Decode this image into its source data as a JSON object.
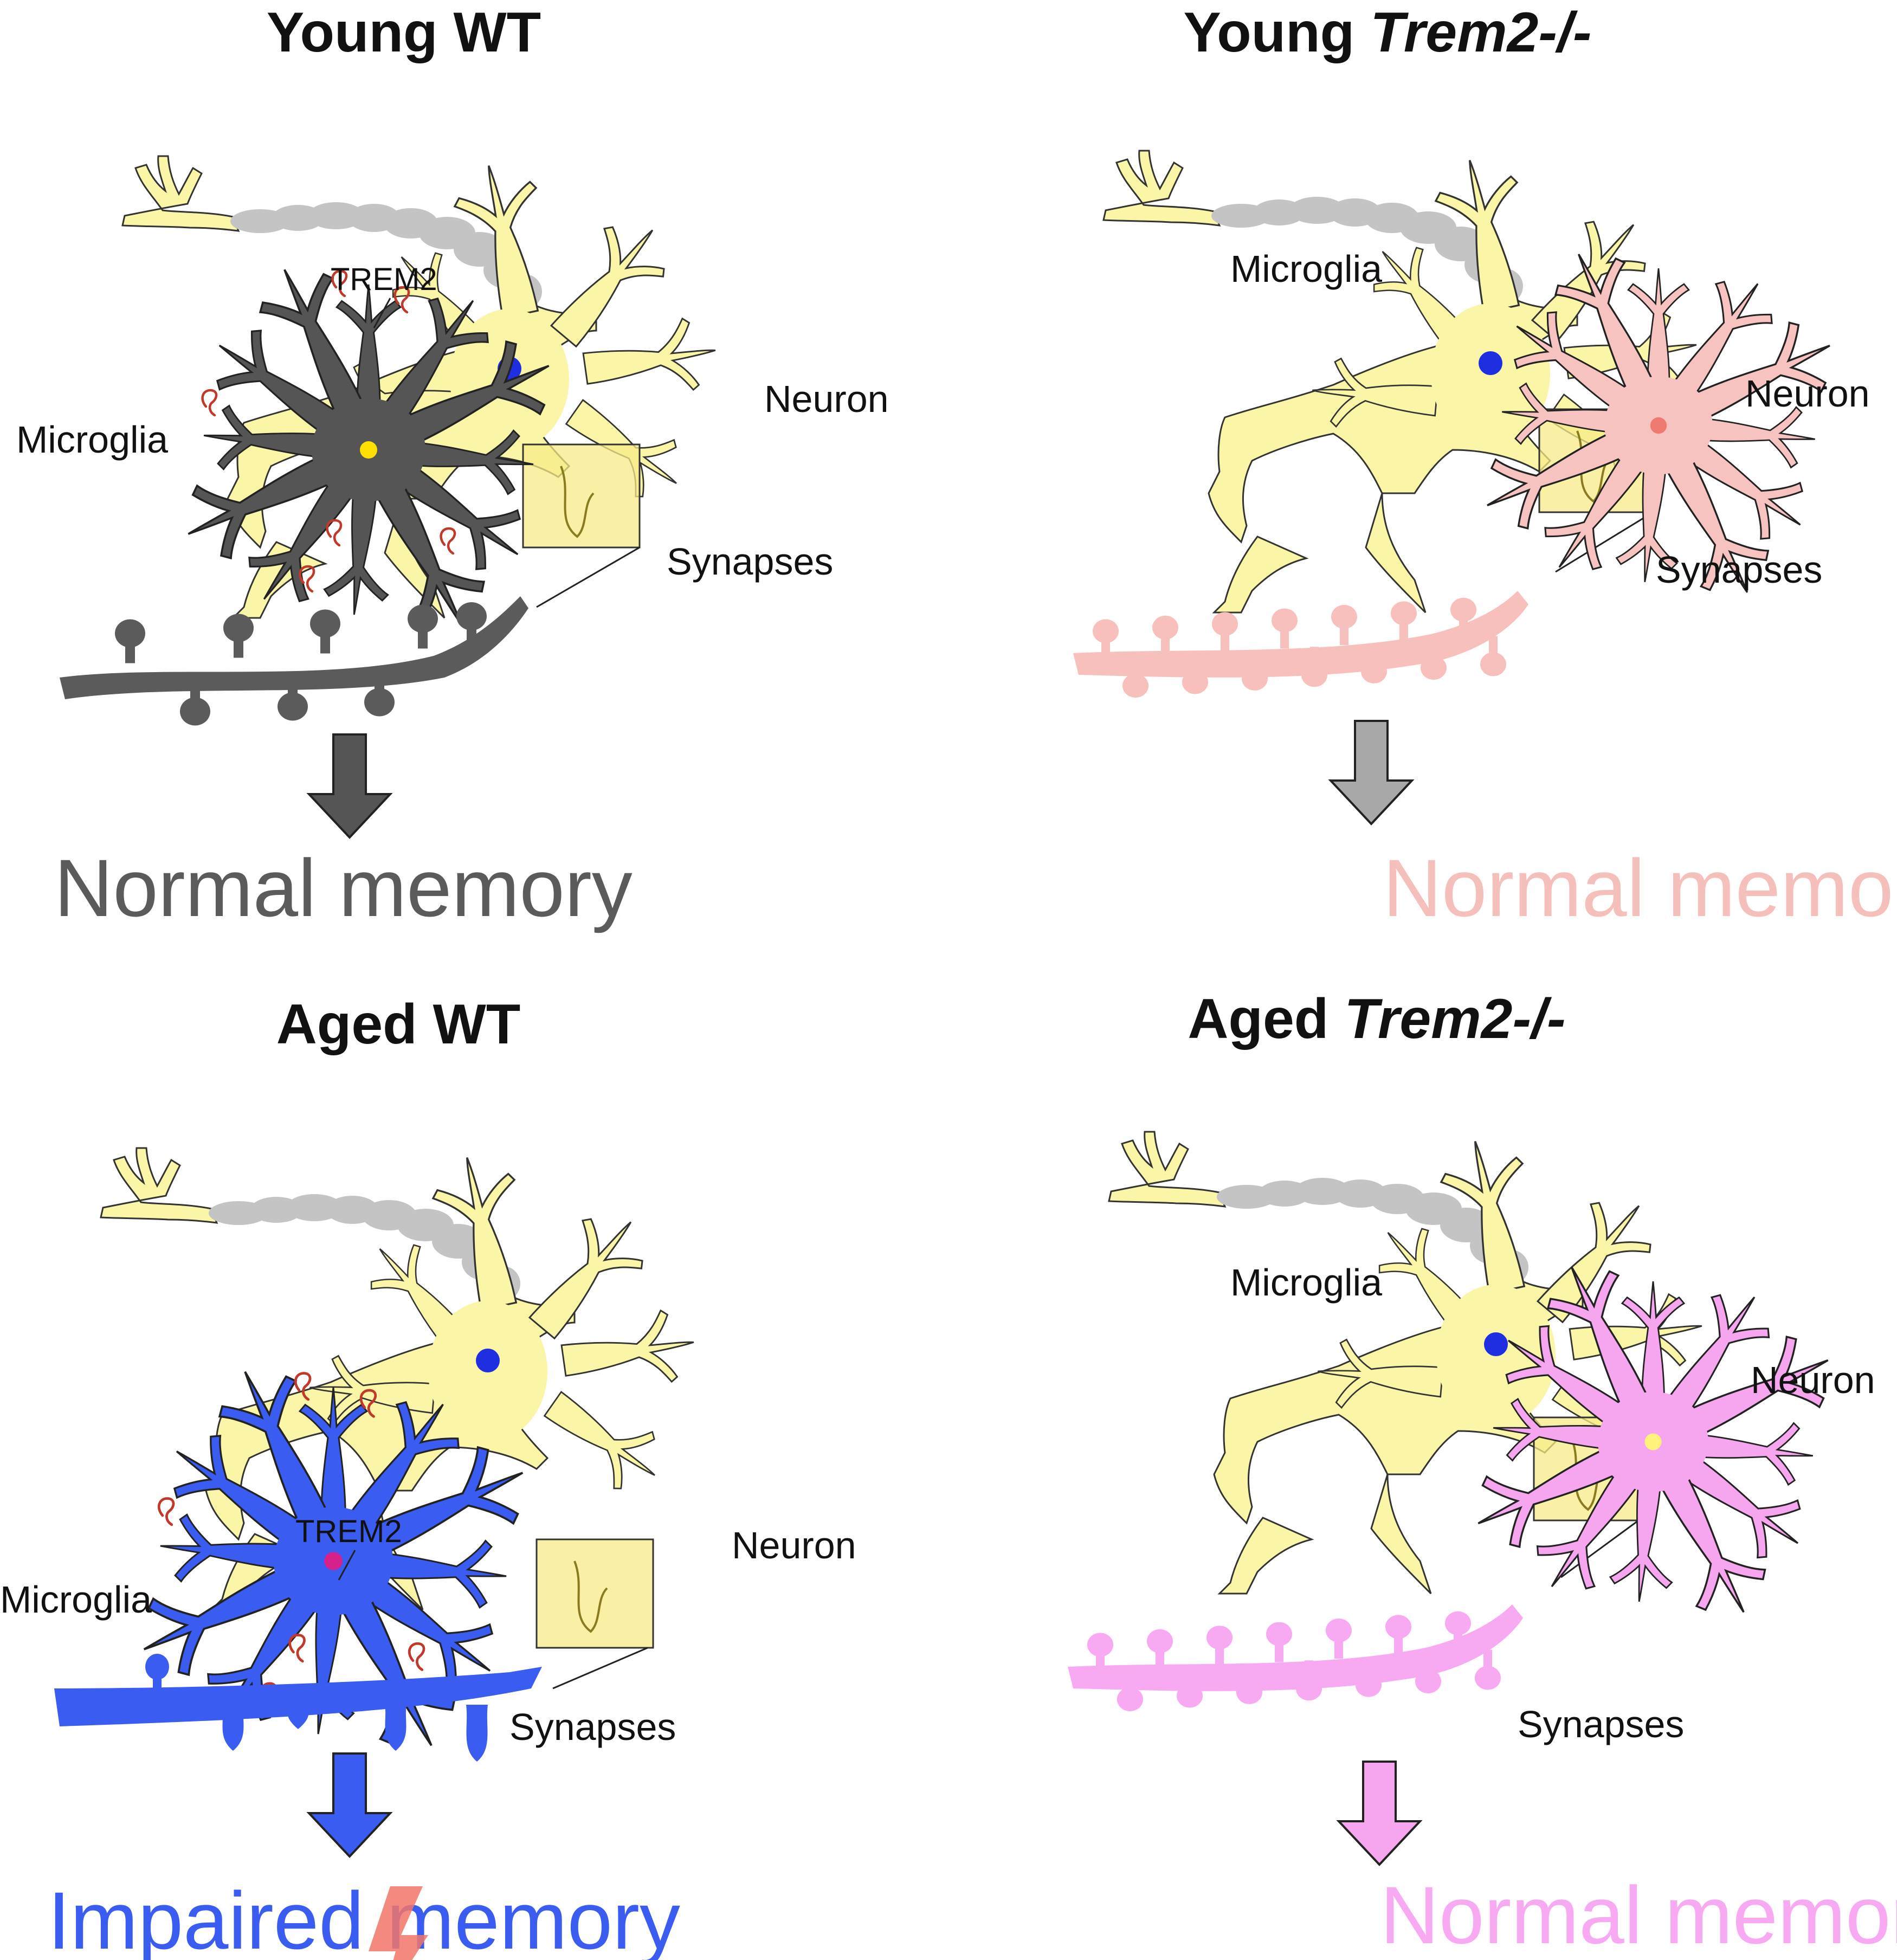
{
  "panels": [
    {
      "title_main": "Young",
      "title_genotype": "WT",
      "genotype_italic": false,
      "microglia_label": "Microglia",
      "trem2_label": "TREM2",
      "neuron_label": "Neuron",
      "synapses_label": "Synapses",
      "outcome": "Normal memory",
      "colors": {
        "microglia": "#555555",
        "microglia_nucleus": "#ffe000",
        "dendrite": "#5b5b5b",
        "arrow": "#555555",
        "outcome": "#5b5b5b"
      }
    },
    {
      "title_main": "Young",
      "title_genotype": "Trem2-/-",
      "genotype_italic": true,
      "microglia_label": "Microglia",
      "trem2_label": "",
      "neuron_label": "Neuron",
      "synapses_label": "Synapses",
      "outcome": "Normal memory",
      "colors": {
        "microglia": "#f7c3c0",
        "microglia_nucleus": "#ef7a72",
        "dendrite": "#f7c0bd",
        "arrow": "#a8a8a8",
        "outcome": "#f5c0bc"
      }
    },
    {
      "title_main": "Aged",
      "title_genotype": "WT",
      "genotype_italic": false,
      "microglia_label": "Microglia",
      "trem2_label": "TREM2",
      "neuron_label": "Neuron",
      "synapses_label": "Synapses",
      "outcome": "Impaired memory",
      "colors": {
        "microglia": "#3a5cf0",
        "microglia_nucleus": "#d6208a",
        "dendrite": "#3a5cf0",
        "arrow": "#3a5cf0",
        "outcome": "#3a5cf0"
      }
    },
    {
      "title_main": "Aged",
      "title_genotype": "Trem2-/-",
      "genotype_italic": true,
      "microglia_label": "Microglia",
      "trem2_label": "",
      "neuron_label": "Neuron",
      "synapses_label": "Synapses",
      "outcome": "Normal memory",
      "colors": {
        "microglia": "#f6a6ef",
        "microglia_nucleus": "#fff27a",
        "dendrite": "#f7a9f2",
        "arrow": "#f6a6ef",
        "outcome": "#f7a9f2"
      }
    }
  ],
  "colors": {
    "neuron": "#fbf5a8",
    "neuron_nucleus": "#1f2ee0",
    "myelin": "#c4c4c4",
    "trem2_receptor": "#c0392b",
    "synapse_box": "#f7eb88",
    "lightning": "#f2746a"
  }
}
